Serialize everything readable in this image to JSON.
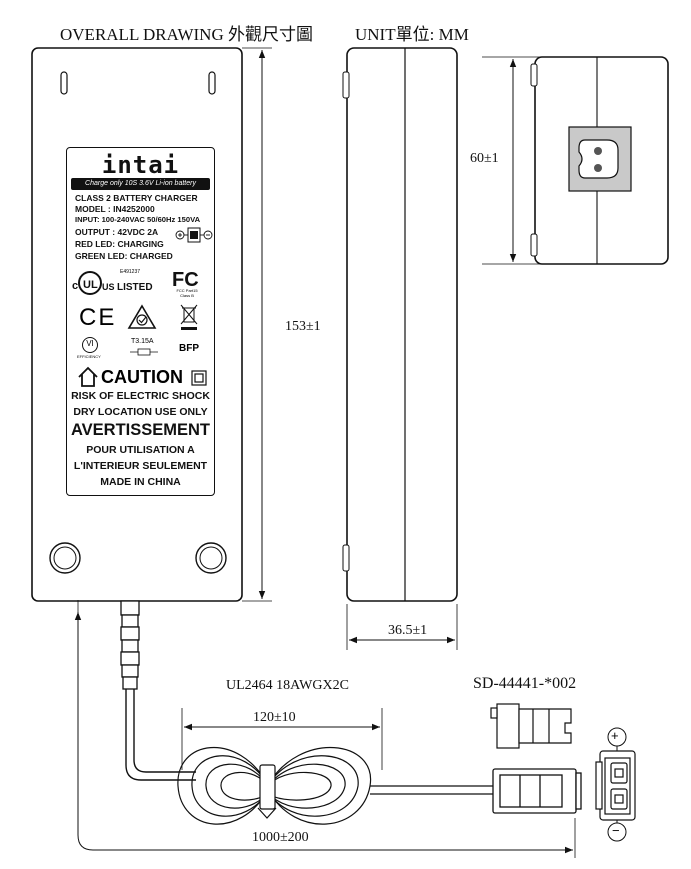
{
  "header": {
    "drawing_title": "OVERALL DRAWING 外觀尺寸圖",
    "unit": "UNIT單位: MM"
  },
  "dimensions": {
    "height": "153±1",
    "depth": "36.5±1",
    "connector_height": "60±1",
    "loop": "120±10",
    "cable_length": "1000±200"
  },
  "cable": {
    "spec": "UL2464 18AWGX2C"
  },
  "connector": {
    "part_number": "SD-44441-*002",
    "plus_symbol": "+",
    "minus_symbol": "−"
  },
  "label": {
    "brand": "intai",
    "banner": "Charge only 10S 3.6V Li-ion battery",
    "lines": [
      "CLASS 2 BATTERY CHARGER",
      "MODEL : IN4252000",
      "INPUT: 100-240VAC 50/60Hz 150VA",
      "OUTPUT : 42VDC 2A",
      "RED LED: CHARGING",
      "GREEN LED: CHARGED"
    ],
    "ul_mark": "c UL us LISTED",
    "ul_file": "E491237",
    "fc_note": "FCC Part15 Class B",
    "ce_mark": "CE",
    "efficiency_mark": "VI",
    "efficiency_text": "EFFICIENCY",
    "fuse": "T3.15A",
    "bfp": "BFP",
    "caution": "CAUTION",
    "warn_en": [
      "RISK OF ELECTRIC SHOCK",
      "DRY LOCATION USE ONLY"
    ],
    "avertissement": "AVERTISSEMENT",
    "warn_fr": [
      "POUR UTILISATION A",
      "L'INTERIEUR SEULEMENT"
    ],
    "origin": "MADE IN CHINA"
  }
}
